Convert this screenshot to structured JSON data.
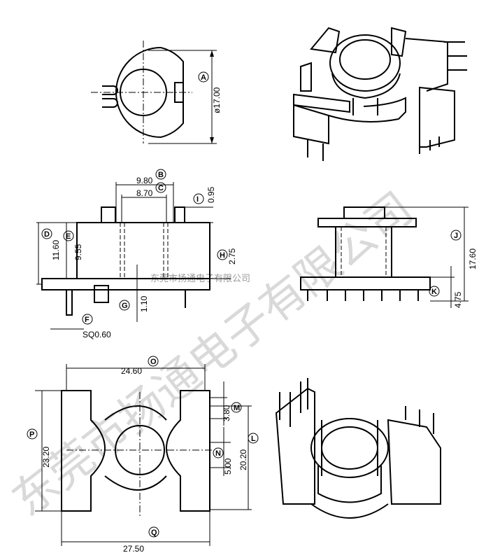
{
  "watermark": {
    "company": "东莞市扬通电子有限公司",
    "company_inline": "东莞市扬通电子有限公司"
  },
  "top_view": {
    "label_A": "A",
    "dim_A": "ø17.00"
  },
  "side_view": {
    "label_B": "B",
    "dim_B": "9.80",
    "label_C": "C",
    "dim_C": "8.70",
    "label_I": "I",
    "dim_I": "0.95",
    "label_D": "D",
    "dim_D": "11.60",
    "label_E": "E",
    "dim_E": "9.55",
    "label_H": "H",
    "dim_H": "2.75",
    "label_G": "G",
    "dim_G": "1.10",
    "label_F": "F",
    "dim_F": "SQ0.60"
  },
  "front_view": {
    "label_J": "J",
    "dim_J": "17.60",
    "label_K": "K",
    "dim_K": "4.75"
  },
  "bottom_view": {
    "label_O": "O",
    "dim_O": "24.60",
    "label_P": "P",
    "dim_P": "23.20",
    "label_M": "M",
    "dim_M": "3.80",
    "label_L": "L",
    "dim_L": "20.20",
    "label_N": "N",
    "dim_N": "5.00",
    "label_Q": "Q",
    "dim_Q": "27.50"
  }
}
